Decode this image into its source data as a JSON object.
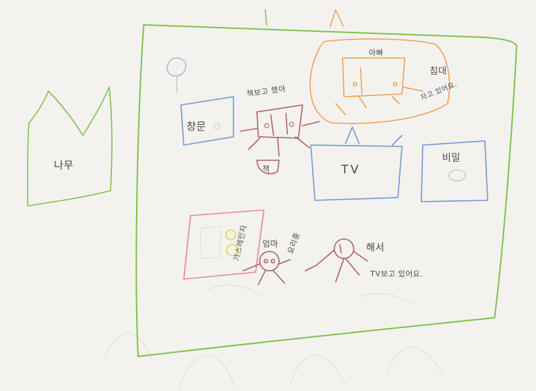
{
  "colors": {
    "paper": "#f3f2ef",
    "green": "#7cc34a",
    "orange": "#f0a050",
    "blue": "#6f95d6",
    "pink": "#e77fa0",
    "brown": "#b06060",
    "yellow": "#e6d63a",
    "graphite": "#555555"
  },
  "labels": {
    "tree": "나무",
    "window": "창문",
    "book_reader": "책보고 했아",
    "book": "책",
    "dad": "아빠",
    "bed": "침대",
    "sleeping": "자고 있어요.",
    "tv": "TV",
    "secret": "비밀",
    "gas_range": "가스레인지",
    "mom": "엄마",
    "cooking": "요리중",
    "haeseo": "해서",
    "watching_tv": "TV보고 있어요."
  }
}
